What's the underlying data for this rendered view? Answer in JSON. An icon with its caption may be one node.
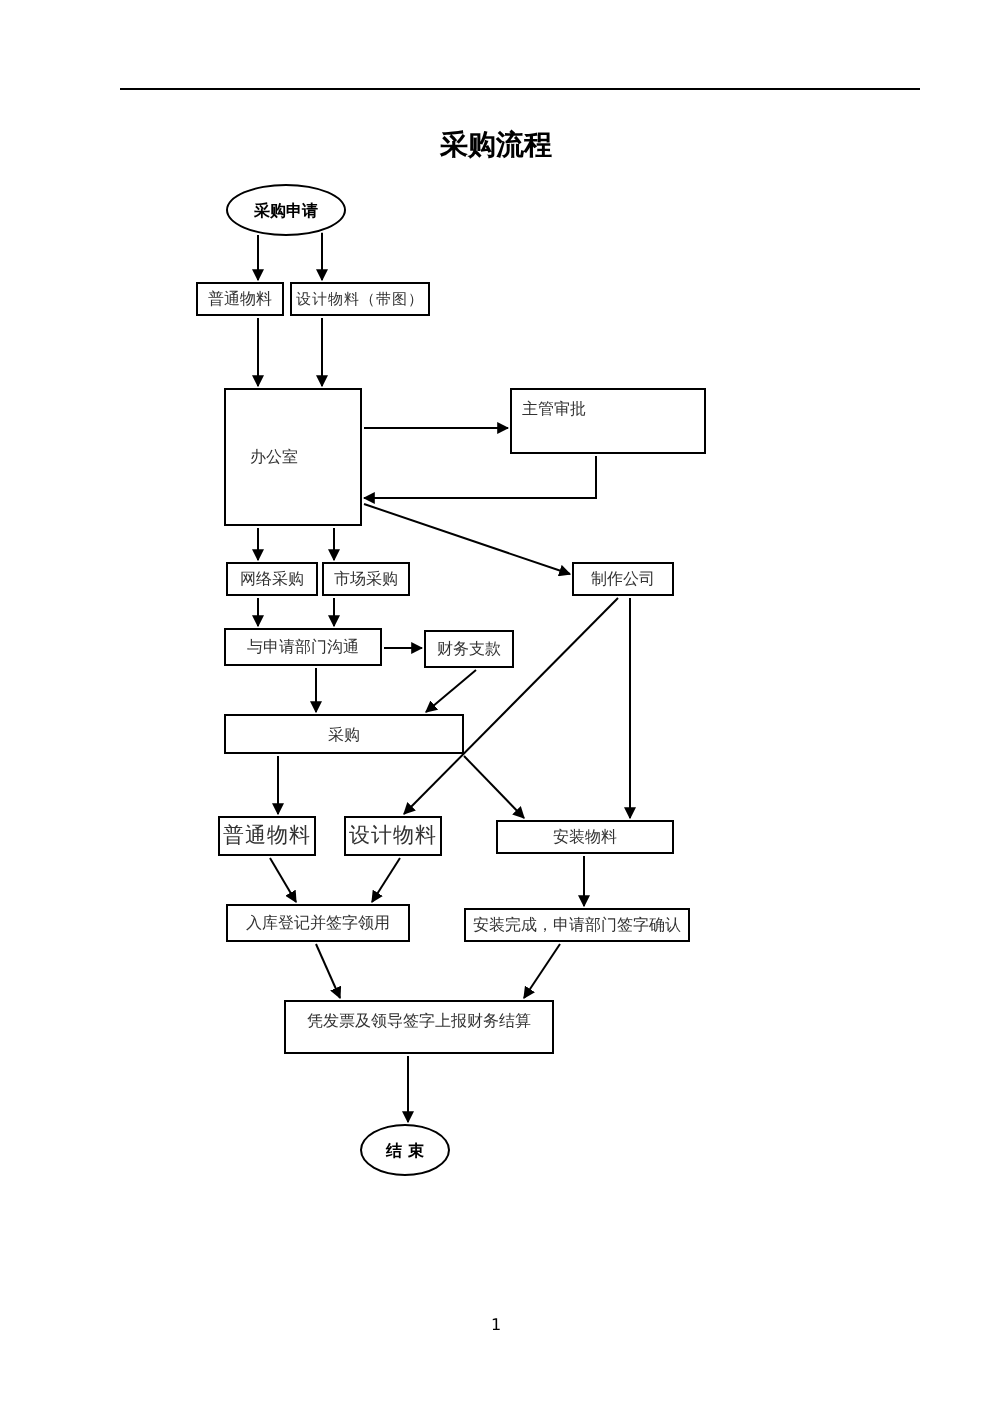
{
  "diagram": {
    "title": "采购流程",
    "nodes": [
      {
        "text": [
          "采购申请"
        ]
      },
      {
        "text": [
          "普通物料"
        ]
      },
      {
        "text": [
          "设计物料（带图）"
        ]
      },
      {
        "text": [
          "办公室"
        ]
      },
      {
        "text": [
          "主管审批"
        ]
      },
      {
        "text": [
          "网络采购"
        ]
      },
      {
        "text": [
          "市场采购"
        ]
      },
      {
        "text": [
          "制作公司"
        ]
      },
      {
        "text": [
          "与申请部门沟通"
        ]
      },
      {
        "text": [
          "财务支款"
        ]
      },
      {
        "text": [
          "采购"
        ]
      },
      {
        "text": [
          "普通物料"
        ]
      },
      {
        "text": [
          "设计物料"
        ]
      },
      {
        "text": [
          "安装物料"
        ]
      },
      {
        "text": [
          "入库登记并签字领用"
        ]
      },
      {
        "text": [
          "安装完成，申请部门签字确认"
        ]
      },
      {
        "text": [
          "凭发票及领导签字上报财务结算"
        ]
      },
      {
        "text": [
          "结 束"
        ]
      }
    ],
    "edges": [
      {
        "from": 0,
        "to": 1,
        "arrow": "to"
      },
      {
        "from": 0,
        "to": 2,
        "arrow": "to"
      },
      {
        "from": 1,
        "to": 3,
        "arrow": "to"
      },
      {
        "from": 2,
        "to": 3,
        "arrow": "to"
      },
      {
        "from": 3,
        "to": 4,
        "arrow": "to"
      },
      {
        "from": 4,
        "to": 3,
        "arrow": "to"
      },
      {
        "from": 3,
        "to": 5,
        "arrow": "to"
      },
      {
        "from": 3,
        "to": 6,
        "arrow": "to"
      },
      {
        "from": 3,
        "to": 7,
        "arrow": "to"
      },
      {
        "from": 5,
        "to": 8,
        "arrow": "to"
      },
      {
        "from": 6,
        "to": 8,
        "arrow": "to"
      },
      {
        "from": 8,
        "to": 9,
        "arrow": "to"
      },
      {
        "from": 9,
        "to": 10,
        "arrow": "to"
      },
      {
        "from": 8,
        "to": 10,
        "arrow": "to"
      },
      {
        "from": 7,
        "to": 12,
        "arrow": "to"
      },
      {
        "from": 7,
        "to": 13,
        "arrow": "to"
      },
      {
        "from": 10,
        "to": 11,
        "arrow": "to"
      },
      {
        "from": 10,
        "to": 13,
        "arrow": "to"
      },
      {
        "from": 11,
        "to": 14,
        "arrow": "to"
      },
      {
        "from": 12,
        "to": 14,
        "arrow": "to"
      },
      {
        "from": 13,
        "to": 15,
        "arrow": "to"
      },
      {
        "from": 14,
        "to": 16,
        "arrow": "to"
      },
      {
        "from": 15,
        "to": 16,
        "arrow": "to"
      },
      {
        "from": 16,
        "to": 17,
        "arrow": "to"
      }
    ],
    "labels": [
      "1"
    ]
  }
}
